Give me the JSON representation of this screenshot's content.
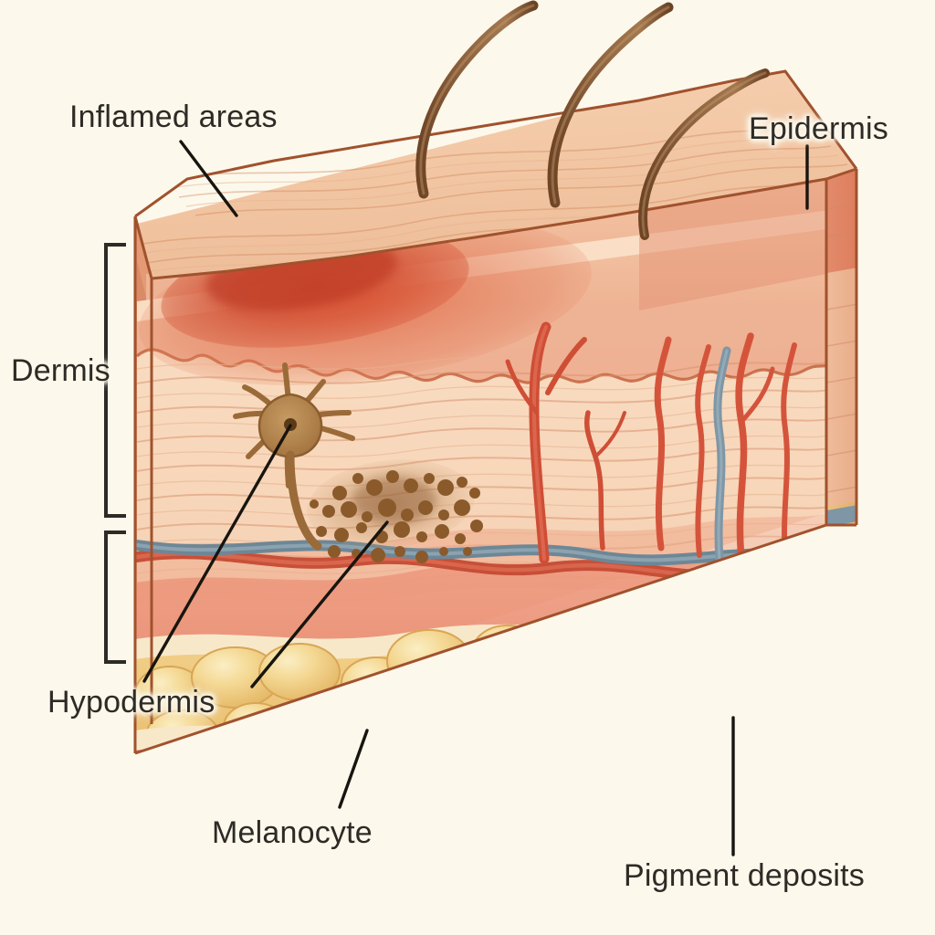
{
  "figure": {
    "subject": "cross-section-of-human-skin",
    "background_color": "#FCF8EC",
    "label_color": "#2E2B26"
  },
  "labels": {
    "inflamed_areas": "Inflamed areas",
    "epidermis": "Epidermis",
    "dermis": "Dermis",
    "hypodermis": "Hypodermis",
    "melanocyte": "Melanocyte",
    "pigment_deposits": "Pigment deposits"
  },
  "layers": [
    {
      "name": "epidermis",
      "color": "#F2C4A2",
      "top_surface_color": "#F0C3A4"
    },
    {
      "name": "inflamed_patch",
      "color": "#C9412C"
    },
    {
      "name": "dermis",
      "color": "#F6D7BE"
    },
    {
      "name": "dermis_side",
      "color": "#E8967A"
    },
    {
      "name": "hypodermis_fat",
      "color": "#EFCB7E"
    },
    {
      "name": "muscle_base",
      "color": "#E2604B"
    }
  ],
  "structures": [
    {
      "name": "hair-shaft",
      "count": 3,
      "color": "#8B6240"
    },
    {
      "name": "artery",
      "color": "#D9503C"
    },
    {
      "name": "vein",
      "color": "#7E96A6"
    },
    {
      "name": "melanocyte-cell",
      "color": "#A9743F"
    },
    {
      "name": "pigment-granules",
      "color": "#8C5A2B"
    },
    {
      "name": "fat-lobule",
      "color": "#F0CE84"
    }
  ],
  "brackets": [
    {
      "name": "dermis-bracket",
      "label": "Dermis"
    },
    {
      "name": "hypodermis-bracket",
      "label": "Hypodermis"
    }
  ]
}
